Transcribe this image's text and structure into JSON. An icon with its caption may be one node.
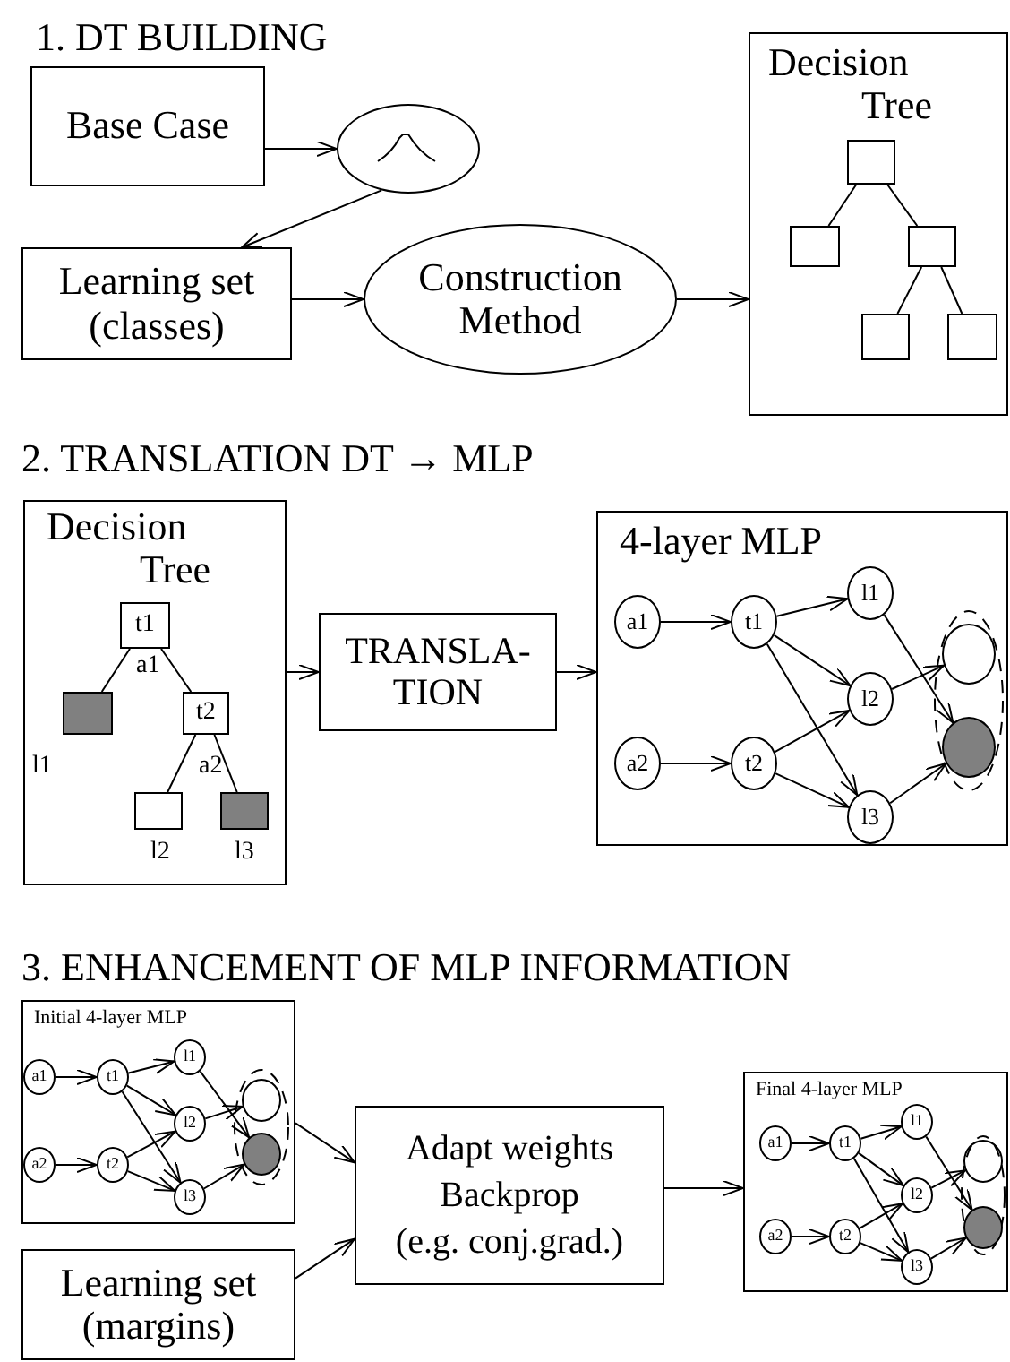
{
  "diagram": {
    "nodes": [
      {
        "text": [
          "Base Case"
        ]
      },
      {
        "text": [],
        "shape": "ellipse"
      },
      {
        "text": [
          "Learning set (classes)"
        ]
      },
      {
        "text": [
          "Construction Method"
        ]
      },
      {
        "text": [
          "Decision Tree"
        ]
      },
      {
        "text": [],
        "shape": "box",
        "in": 4
      },
      {
        "text": [],
        "shape": "box",
        "in": 4
      },
      {
        "text": [],
        "shape": "box",
        "in": 4
      },
      {
        "text": [],
        "shape": "box",
        "in": 4
      },
      {
        "text": [],
        "shape": "box",
        "in": 4
      },
      {
        "text": [
          "Decision Tree"
        ]
      },
      {
        "text": [
          "t1"
        ],
        "in": 10,
        "beside": [
          "a1"
        ]
      },
      {
        "text": [],
        "shape": "box",
        "in": 10,
        "beside": [
          "l1"
        ]
      },
      {
        "text": [
          "t2"
        ],
        "in": 10,
        "beside": [
          "a2"
        ]
      },
      {
        "text": [],
        "shape": "box",
        "in": 10,
        "beside": [
          "l2"
        ]
      },
      {
        "text": [],
        "shape": "box",
        "in": 10,
        "beside": [
          "l3"
        ]
      },
      {
        "text": [
          "TRANSLA- TION"
        ]
      },
      {
        "text": [
          "4-layer MLP"
        ]
      },
      {
        "text": [
          "a1"
        ],
        "in": 17
      },
      {
        "text": [
          "a2"
        ],
        "in": 17
      },
      {
        "text": [
          "t1"
        ],
        "in": 17
      },
      {
        "text": [
          "t2"
        ],
        "in": 17
      },
      {
        "text": [
          "l1"
        ],
        "in": 17
      },
      {
        "text": [
          "l2"
        ],
        "in": 17
      },
      {
        "text": [
          "l3"
        ],
        "in": 17
      },
      {
        "text": [],
        "shape": "circle",
        "in": 17
      },
      {
        "text": [],
        "shape": "circle",
        "in": 17
      },
      {
        "text": [
          "Initial 4-layer MLP"
        ]
      },
      {
        "text": [
          "a1"
        ],
        "in": 27
      },
      {
        "text": [
          "a2"
        ],
        "in": 27
      },
      {
        "text": [
          "t1"
        ],
        "in": 27
      },
      {
        "text": [
          "t2"
        ],
        "in": 27
      },
      {
        "text": [
          "l1"
        ],
        "in": 27
      },
      {
        "text": [
          "l2"
        ],
        "in": 27
      },
      {
        "text": [
          "l3"
        ],
        "in": 27
      },
      {
        "text": [],
        "shape": "circle",
        "in": 27
      },
      {
        "text": [],
        "shape": "circle",
        "in": 27
      },
      {
        "text": [
          "Adapt weights",
          "Backprop",
          "(e.g. conj.grad.)"
        ]
      },
      {
        "text": [
          "Learning set (margins)"
        ]
      },
      {
        "text": [
          "Final 4-layer MLP"
        ]
      },
      {
        "text": [
          "a1"
        ],
        "in": 39
      },
      {
        "text": [
          "a2"
        ],
        "in": 39
      },
      {
        "text": [
          "t1"
        ],
        "in": 39
      },
      {
        "text": [
          "t2"
        ],
        "in": 39
      },
      {
        "text": [
          "l1"
        ],
        "in": 39
      },
      {
        "text": [
          "l2"
        ],
        "in": 39
      },
      {
        "text": [
          "l3"
        ],
        "in": 39
      },
      {
        "text": [],
        "shape": "circle",
        "in": 39
      },
      {
        "text": [],
        "shape": "circle",
        "in": 39
      }
    ],
    "edges": [
      {
        "from": 0,
        "to": 1,
        "arrow": "to"
      },
      {
        "from": 1,
        "to": 2,
        "arrow": "to"
      },
      {
        "from": 2,
        "to": 3,
        "arrow": "to"
      },
      {
        "from": 3,
        "to": 4,
        "arrow": "to"
      },
      {
        "from": 5,
        "to": 6,
        "arrow": "none"
      },
      {
        "from": 5,
        "to": 7,
        "arrow": "none"
      },
      {
        "from": 7,
        "to": 8,
        "arrow": "none"
      },
      {
        "from": 7,
        "to": 9,
        "arrow": "none"
      },
      {
        "from": 10,
        "to": 16,
        "arrow": "to"
      },
      {
        "from": 16,
        "to": 17,
        "arrow": "to"
      },
      {
        "from": 11,
        "to": 12,
        "arrow": "none"
      },
      {
        "from": 11,
        "to": 13,
        "arrow": "none"
      },
      {
        "from": 13,
        "to": 14,
        "arrow": "none"
      },
      {
        "from": 13,
        "to": 15,
        "arrow": "none"
      },
      {
        "from": 18,
        "to": 20,
        "arrow": "to"
      },
      {
        "from": 19,
        "to": 21,
        "arrow": "to"
      },
      {
        "from": 20,
        "to": 22,
        "arrow": "to"
      },
      {
        "from": 20,
        "to": 23,
        "arrow": "to"
      },
      {
        "from": 20,
        "to": 24,
        "arrow": "to"
      },
      {
        "from": 21,
        "to": 23,
        "arrow": "to"
      },
      {
        "from": 21,
        "to": 24,
        "arrow": "to"
      },
      {
        "from": 22,
        "to": 26,
        "arrow": "to"
      },
      {
        "from": 23,
        "to": 25,
        "arrow": "to"
      },
      {
        "from": 24,
        "to": 26,
        "arrow": "to"
      },
      {
        "from": 28,
        "to": 30,
        "arrow": "to"
      },
      {
        "from": 29,
        "to": 31,
        "arrow": "to"
      },
      {
        "from": 30,
        "to": 32,
        "arrow": "to"
      },
      {
        "from": 30,
        "to": 33,
        "arrow": "to"
      },
      {
        "from": 30,
        "to": 34,
        "arrow": "to"
      },
      {
        "from": 31,
        "to": 33,
        "arrow": "to"
      },
      {
        "from": 31,
        "to": 34,
        "arrow": "to"
      },
      {
        "from": 32,
        "to": 36,
        "arrow": "to"
      },
      {
        "from": 33,
        "to": 35,
        "arrow": "to"
      },
      {
        "from": 34,
        "to": 36,
        "arrow": "to"
      },
      {
        "from": 27,
        "to": 37,
        "arrow": "to"
      },
      {
        "from": 38,
        "to": 37,
        "arrow": "to"
      },
      {
        "from": 37,
        "to": 39,
        "arrow": "to"
      },
      {
        "from": 40,
        "to": 42,
        "arrow": "to"
      },
      {
        "from": 41,
        "to": 43,
        "arrow": "to"
      },
      {
        "from": 42,
        "to": 44,
        "arrow": "to"
      },
      {
        "from": 42,
        "to": 45,
        "arrow": "to"
      },
      {
        "from": 42,
        "to": 46,
        "arrow": "to"
      },
      {
        "from": 43,
        "to": 45,
        "arrow": "to"
      },
      {
        "from": 43,
        "to": 46,
        "arrow": "to"
      },
      {
        "from": 44,
        "to": 48,
        "arrow": "to"
      },
      {
        "from": 45,
        "to": 47,
        "arrow": "to"
      },
      {
        "from": 46,
        "to": 48,
        "arrow": "to"
      }
    ],
    "labels": [
      "1. DT BUILDING",
      "2. TRANSLATION DT → MLP",
      "3. ENHANCEMENT OF MLP INFORMATION"
    ]
  }
}
